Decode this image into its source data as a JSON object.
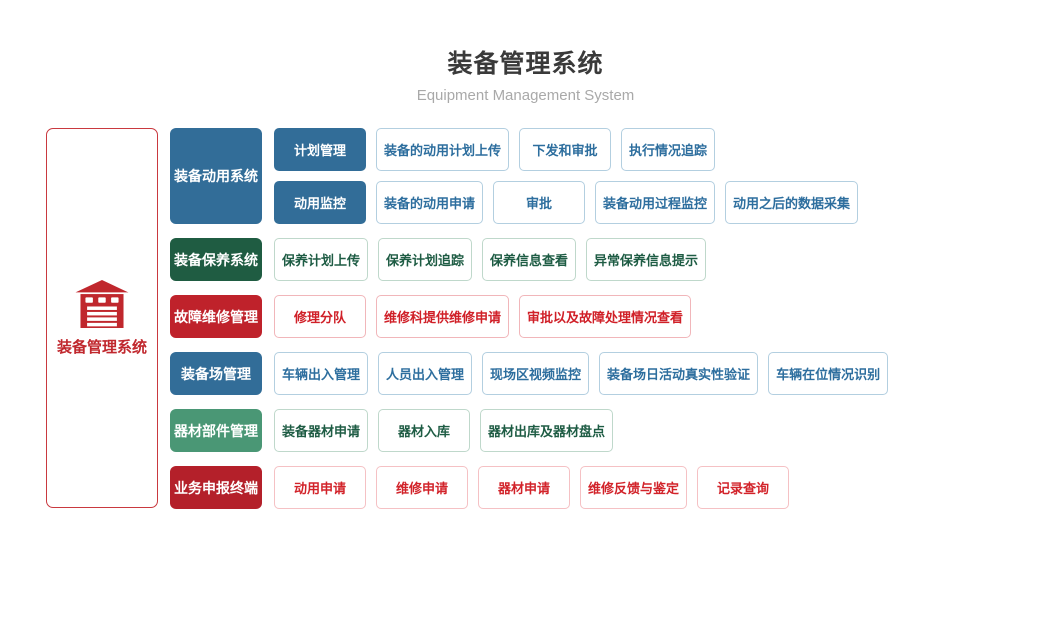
{
  "header": {
    "title": "装备管理系统",
    "subtitle": "Equipment Management System"
  },
  "root": {
    "label": "装备管理系统",
    "icon": "garage-icon"
  },
  "palette": {
    "blue": "#326d98",
    "blue_border": "#b3cfe0",
    "blue_text": "#2d6e9e",
    "darkgreen": "#1f5c42",
    "green": "#4a9775",
    "green_border": "#bfd8cb",
    "green_text": "#1e5c44",
    "red": "#bf222b",
    "red_border": "#f1b6ba",
    "red_text": "#d02028",
    "darkred": "#b4202a",
    "darkred_border": "#f5c1c4",
    "darkred_text": "#d2232a",
    "brand_red": "#c0272d",
    "brand_red_border": "#c9393f",
    "title_color": "#3a3a3a",
    "subtitle_color": "#a9a9a9"
  },
  "groups": [
    {
      "id": "equipment-mobilization",
      "label": "装备动用系统",
      "color": "blue",
      "rows": [
        {
          "lead": "计划管理",
          "lead_id": "plan-management",
          "items": [
            "装备的动用计划上传",
            "下发和审批",
            "执行情况追踪"
          ]
        },
        {
          "lead": "动用监控",
          "lead_id": "mobilization-monitoring",
          "items": [
            "装备的动用申请",
            "审批",
            "装备动用过程监控",
            "动用之后的数据采集"
          ]
        }
      ]
    },
    {
      "id": "equipment-maintenance",
      "label": "装备保养系统",
      "color": "darkgreen",
      "rows": [
        {
          "items": [
            "保养计划上传",
            "保养计划追踪",
            "保养信息查看",
            "异常保养信息提示"
          ]
        }
      ]
    },
    {
      "id": "fault-repair",
      "label": "故障维修管理",
      "color": "red",
      "rows": [
        {
          "items": [
            "修理分队",
            "维修科提供维修申请",
            "审批以及故障处理情况查看"
          ]
        }
      ]
    },
    {
      "id": "equipment-depot",
      "label": "装备场管理",
      "color": "blue",
      "rows": [
        {
          "items": [
            "车辆出入管理",
            "人员出入管理",
            "现场区视频监控",
            "装备场日活动真实性验证",
            "车辆在位情况识别"
          ]
        }
      ]
    },
    {
      "id": "materiel-parts",
      "label": "器材部件管理",
      "color": "green",
      "rows": [
        {
          "items": [
            "装备器材申请",
            "器材入库",
            "器材出库及器材盘点"
          ]
        }
      ]
    },
    {
      "id": "business-terminal",
      "label": "业务申报终端",
      "color": "darkred",
      "rows": [
        {
          "items": [
            "动用申请",
            "维修申请",
            "器材申请",
            "维修反馈与鉴定",
            "记录查询"
          ]
        }
      ]
    }
  ]
}
